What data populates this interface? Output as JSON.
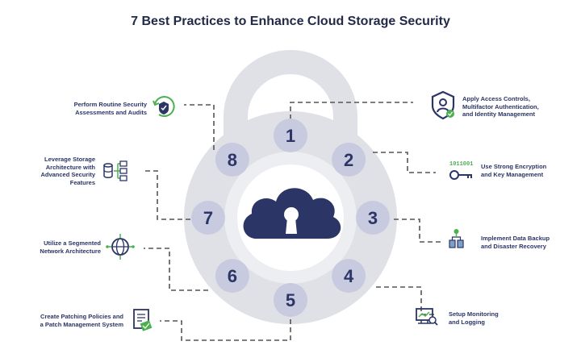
{
  "title": "7 Best Practices to Enhance Cloud Storage Security",
  "colors": {
    "navy": "#2b3566",
    "lock_body": "#dfe1e6",
    "badge": "#c8cbe0",
    "inner_ring": "#eceef2",
    "accent_green": "#4caf50",
    "dash": "#555555"
  },
  "numbers": [
    "1",
    "2",
    "3",
    "4",
    "5",
    "6",
    "7",
    "8"
  ],
  "practices": [
    {
      "number": "1",
      "icon": "user-shield-icon",
      "lines": [
        "Apply Access Controls,",
        "Multifactor Authentication,",
        "and Identity Management"
      ]
    },
    {
      "number": "2",
      "icon": "encryption-key-icon",
      "lines": [
        "Use Strong Encryption",
        "and Key Management"
      ]
    },
    {
      "number": "3",
      "icon": "database-backup-icon",
      "lines": [
        "Implement Data Backup",
        "and Disaster Recovery"
      ]
    },
    {
      "number": "4",
      "icon": "monitoring-icon",
      "lines": [
        "Setup Monitoring",
        "and Logging"
      ]
    },
    {
      "number": "5",
      "icon": "patch-document-icon",
      "lines": [
        "Create Patching Policies and",
        "a Patch Management System"
      ]
    },
    {
      "number": "6",
      "icon": "network-globe-icon",
      "lines": [
        "Utilize a Segmented",
        "Network Architecture"
      ]
    },
    {
      "number": "7",
      "icon": "storage-architecture-icon",
      "lines": [
        "Leverage Storage",
        "Architecture with",
        "Advanced Security",
        "Features"
      ]
    },
    {
      "number": "8",
      "icon": "shield-check-icon",
      "lines": [
        "Perform Routine Security",
        "Assessments and Audits"
      ]
    }
  ]
}
